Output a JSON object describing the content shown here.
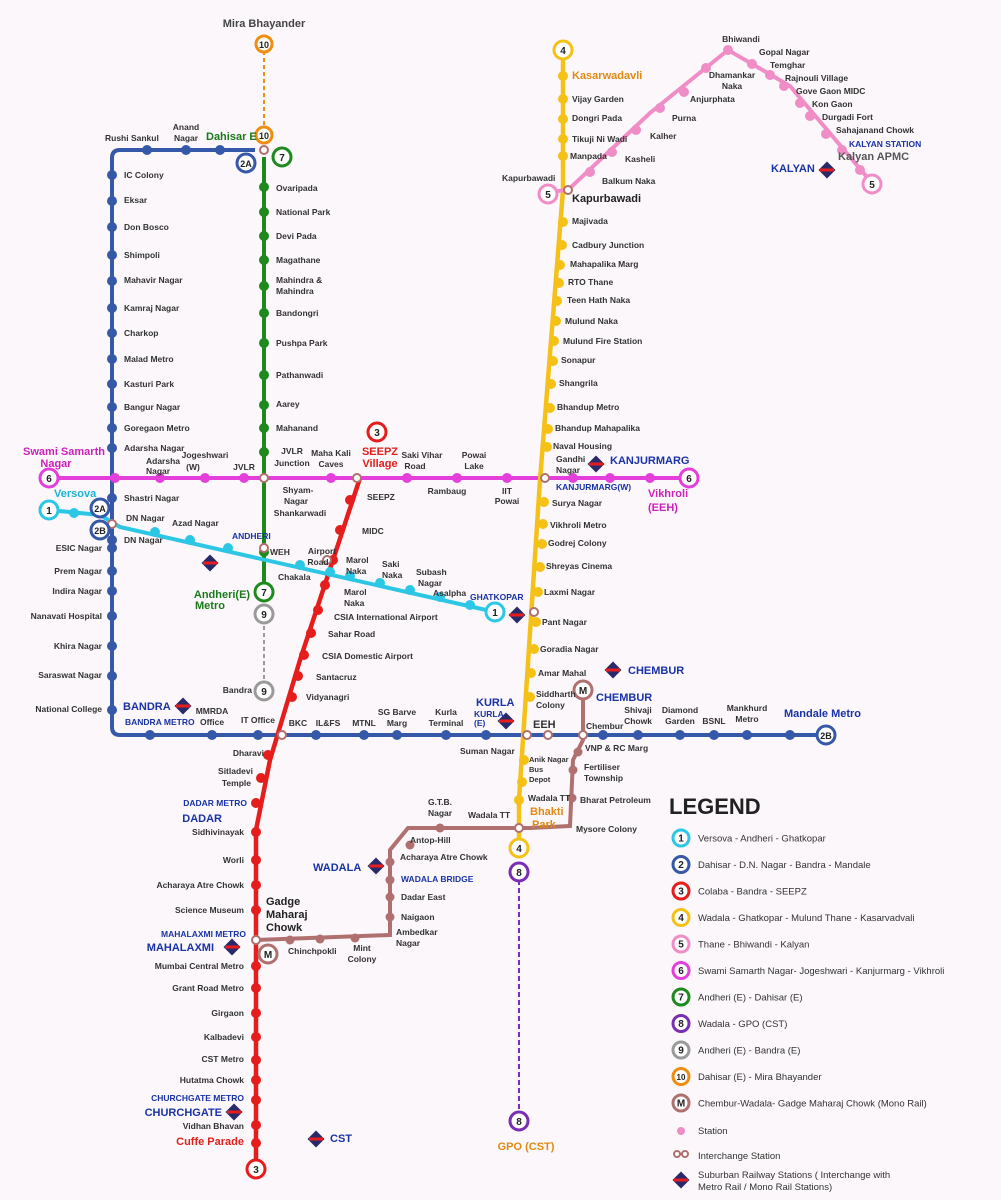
{
  "colors": {
    "line1": "#2dc7e6",
    "line2": "#3558a8",
    "line3": "#e51d1d",
    "line4": "#f5c116",
    "line5": "#f08cc6",
    "line6": "#e53fdb",
    "line7": "#1e8a1e",
    "line8": "#7a2eb3",
    "line9": "#9a9a9a",
    "line10": "#ee8d12",
    "mono": "#b07070"
  },
  "legend": {
    "title": "LEGEND",
    "items": [
      {
        "badge": "1",
        "text": "Versova - Andheri - Ghatkopar",
        "color": "#2dc7e6"
      },
      {
        "badge": "2",
        "text": "Dahisar - D.N. Nagar -  Bandra - Mandale",
        "color": "#3558a8"
      },
      {
        "badge": "3",
        "text": "Colaba - Bandra - SEEPZ",
        "color": "#e51d1d"
      },
      {
        "badge": "4",
        "text": "Wadala - Ghatkopar - Mulund Thane - Kasarvadvali",
        "color": "#f5c116"
      },
      {
        "badge": "5",
        "text": "Thane - Bhiwandi - Kalyan",
        "color": "#f08cc6"
      },
      {
        "badge": "6",
        "text": "Swami Samarth Nagar- Jogeshwari - Kanjurmarg - Vikhroli",
        "color": "#e53fdb"
      },
      {
        "badge": "7",
        "text": "Andheri (E) - Dahisar (E)",
        "color": "#1e8a1e"
      },
      {
        "badge": "8",
        "text": "Wadala - GPO (CST)",
        "color": "#7a2eb3"
      },
      {
        "badge": "9",
        "text": "Andheri (E) - Bandra (E)",
        "color": "#9a9a9a"
      },
      {
        "badge": "10",
        "text": "Dahisar (E) - Mira Bhayander",
        "color": "#ee8d12"
      },
      {
        "badge": "M",
        "text": "Chembur-Wadala- Gadge Maharaj Chowk (Mono Rail)",
        "color": "#b07070"
      }
    ],
    "station": "Station",
    "interchange": "Interchange Station",
    "suburban": "Suburban Railway Stations ( Interchange with",
    "suburban2": "Metro Rail / Mono Rail Stations)"
  },
  "line1": [
    "Versova",
    "DN Nagar",
    "Azad Nagar",
    "ANDHERI",
    "WEH",
    "Chakala",
    "Airport",
    "Road",
    "Marol",
    "Naka",
    "Saki",
    "Naka",
    "Subash",
    "Nagar",
    "Asalpha",
    "GHATKOPAR"
  ],
  "line2_left": [
    "Rushi Sankul",
    "Anand",
    "Nagar",
    "IC Colony",
    "Eksar",
    "Don Bosco",
    "Shimpoli",
    "Mahavir Nagar",
    "Kamraj Nagar",
    "Charkop",
    "Malad Metro",
    "Kasturi Park",
    "Bangur Nagar",
    "Goregaon Metro",
    "Adarsha Nagar",
    "Shastri Nagar",
    "DN Nagar",
    "ESIC Nagar",
    "Prem Nagar",
    "Indira Nagar",
    "Nanavati Hospital",
    "Khira Nagar",
    "Saraswat Nagar",
    "National College"
  ],
  "line2_bottom": [
    "MMRDA",
    "Office",
    "IT Office",
    "BKC",
    "IL&FS",
    "MTNL",
    "SG Barve",
    "Marg",
    "Kurla",
    "Terminal",
    "EEH",
    "Chembur",
    "Shivaji",
    "Chowk",
    "Diamond",
    "Garden",
    "BSNL",
    "Mankhurd",
    "Metro",
    "Mandale Metro"
  ],
  "line3": [
    "SEEPZ",
    "Village",
    "SEEPZ",
    "MIDC",
    "Marol",
    "Naka",
    "CSIA International Airport",
    "Sahar Road",
    "CSIA Domestic Airport",
    "Santacruz",
    "Vidyanagri",
    "Dharavi",
    "Sitladevi",
    "Temple",
    "DADAR METRO",
    "DADAR",
    "Sidhivinayak",
    "Worli",
    "Acharaya Atre Chowk",
    "Science Museum",
    "MAHALAXMI METRO",
    "MAHALAXMI",
    "Mumbai Central Metro",
    "Grant Road Metro",
    "Girgaon",
    "Kalbadevi",
    "CST Metro",
    "Hutatma Chowk",
    "CHURCHGATE METRO",
    "CHURCHGATE",
    "Vidhan Bhavan",
    "Cuffe Parade",
    "CST"
  ],
  "line4": [
    "Kasarwadavli",
    "Vijay Garden",
    "Dongri Pada",
    "Tikuji Ni Wadi",
    "Manpada",
    "Kapurbawadi",
    "Kapurbawadi",
    "Majivada",
    "Cadbury Junction",
    "Mahapalika Marg",
    "RTO Thane",
    "Teen Hath Naka",
    "Mulund Naka",
    "Mulund Fire Station",
    "Sonapur",
    "Shangrila",
    "Bhandup Metro",
    "Bhandup Mahapalika",
    "Naval Housing",
    "Gandhi",
    "Nagar",
    "KANJURMARG",
    "KANJURMARG(W)",
    "Surya Nagar",
    "Vikhroli Metro",
    "Godrej Colony",
    "Shreyas Cinema",
    "Laxmi Nagar",
    "Pant Nagar",
    "Goradia Nagar",
    "Amar Mahal",
    "CHEMBUR",
    "Siddharth",
    "Colony",
    "Suman Nagar",
    "Anik Nagar",
    "Bus",
    "Depot",
    "Wadala TT",
    "Bhakti",
    "Park"
  ],
  "line5": [
    "Bhiwandi",
    "Gopal Nagar",
    "Temghar",
    "Rajnouli Village",
    "Gove Gaon MIDC",
    "Kon Gaon",
    "Durgadi Fort",
    "Sahajanand Chowk",
    "KALYAN STATION",
    "Kalyan APMC",
    "KALYAN",
    "Dhamankar",
    "Naka",
    "Anjurphata",
    "Purna",
    "Kalher",
    "Kasheli",
    "Balkum Naka"
  ],
  "line6": [
    "Swami Samarth",
    "Nagar",
    "Adarsha",
    "Nagar",
    "Jogeshwari",
    "(W)",
    "JVLR",
    "JVLR",
    "Junction",
    "Maha Kali",
    "Caves",
    "Saki Vihar",
    "Road",
    "Powai",
    "Lake",
    "Shyam-",
    "Nagar",
    "Shankarwadi",
    "Rambaug",
    "IIT",
    "Powai",
    "Vikhroli",
    "(EEH)"
  ],
  "line7": [
    "Dahisar E",
    "Ovaripada",
    "National Park",
    "Devi Pada",
    "Magathane",
    "Mahindra &",
    "Mahindra",
    "Bandongri",
    "Pushpa Park",
    "Pathanwadi",
    "Aarey",
    "Mahanand",
    "Andheri(E)",
    "Metro"
  ],
  "line9": [
    "Bandra"
  ],
  "line10": [
    "Mira Bhayander"
  ],
  "line8": [
    "GPO (CST)"
  ],
  "mono": [
    "Chembur",
    "CHEMBUR",
    "VNP & RC Marg",
    "Fertiliser",
    "Township",
    "Bharat Petroleum",
    "Mysore Colony",
    "Wadala TT",
    "G.T.B.",
    "Nagar",
    "Antop-Hill",
    "Acharaya Atre Chowk",
    "WADALA BRIDGE",
    "WADALA",
    "Dadar East",
    "Naigaon",
    "Ambedkar",
    "Nagar",
    "Mint",
    "Colony",
    "Chinchpokli",
    "Gadge",
    "Maharaj",
    "Chowk"
  ],
  "suburban": [
    "BANDRA",
    "BANDRA METRO",
    "KURLA",
    "KURLA",
    "(E)"
  ]
}
